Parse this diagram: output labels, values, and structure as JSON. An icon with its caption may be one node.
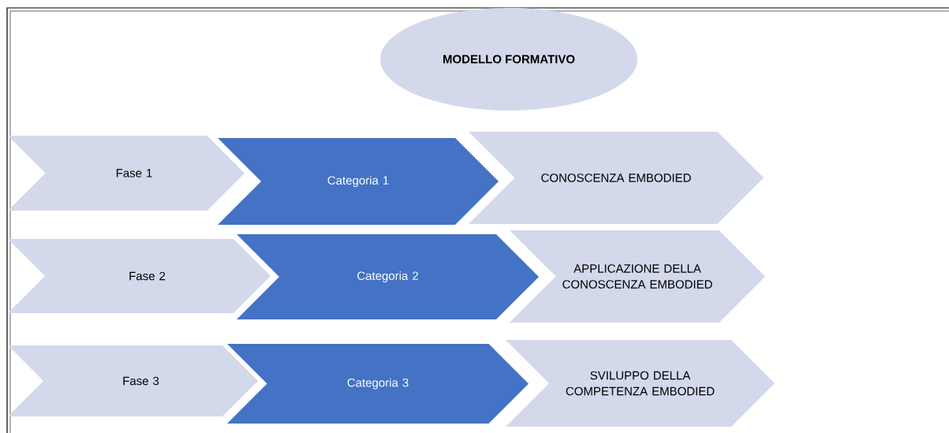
{
  "diagram": {
    "nodes": [
      {
        "text": [
          "MODELLO FORMATIVO"
        ]
      },
      {
        "text": [
          "Fase 1"
        ]
      },
      {
        "text": [
          "Categoria 1"
        ]
      },
      {
        "text": [
          "CONOSCENZA EMBODIED"
        ]
      },
      {
        "text": [
          "Fase 2"
        ]
      },
      {
        "text": [
          "Categoria 2"
        ]
      },
      {
        "text": [
          "APPLICAZIONE DELLA CONOSCENZA EMBODIED"
        ]
      },
      {
        "text": [
          "Fase 3"
        ]
      },
      {
        "text": [
          "Categoria 3"
        ]
      },
      {
        "text": [
          "SVILUPPO DELLA COMPETENZA EMBODIED"
        ]
      }
    ]
  }
}
